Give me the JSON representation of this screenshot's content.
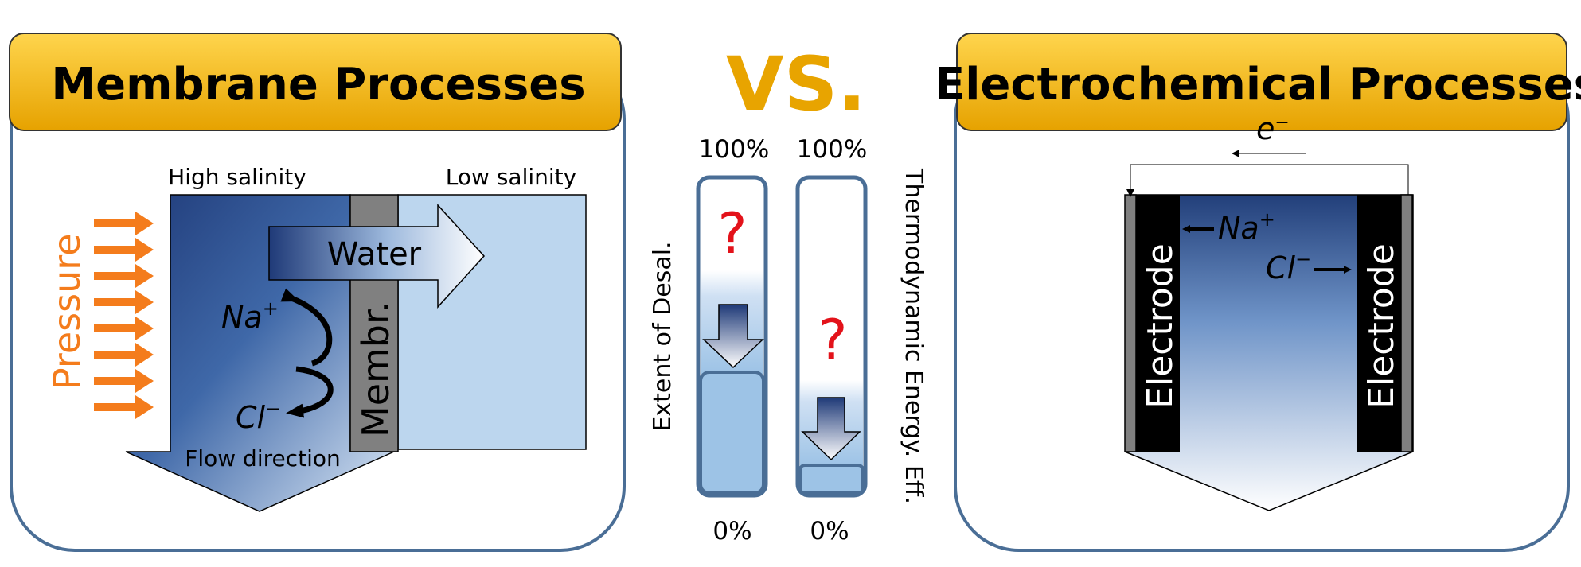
{
  "left_panel": {
    "title": "Membrane Processes",
    "high_salinity": "High salinity",
    "low_salinity": "Low salinity",
    "water": "Water",
    "membrane": "Membr.",
    "pressure": "Pressure",
    "flow_direction": "Flow direction",
    "ion_na": "Na",
    "ion_na_charge": "+",
    "ion_cl": "Cl",
    "ion_cl_charge": "−"
  },
  "center": {
    "vs": "VS.",
    "bar1_top": "100%",
    "bar1_bottom": "0%",
    "bar1_axis": "Extent of Desal.",
    "bar1_question": "?",
    "bar2_top": "100%",
    "bar2_bottom": "0%",
    "bar2_axis": "Thermodynamic Energy. Eff.",
    "bar2_question": "?"
  },
  "right_panel": {
    "title": "Electrochemical Processes",
    "electron": "e",
    "electron_charge": "−",
    "electrode_left": "Electrode",
    "electrode_right": "Electrode",
    "ion_na": "Na",
    "ion_na_charge": "+",
    "ion_cl": "Cl",
    "ion_cl_charge": "−"
  },
  "colors": {
    "panel_border": "#4a6e96",
    "banner_top": "#ffd34a",
    "banner_bottom": "#e8a400",
    "vs": "#e8a400",
    "pressure": "#f47c1c",
    "question": "#e3121a",
    "dark_blue": "#223f7a",
    "light_blue": "#bcd6ee",
    "membrane_gray": "#808080"
  }
}
